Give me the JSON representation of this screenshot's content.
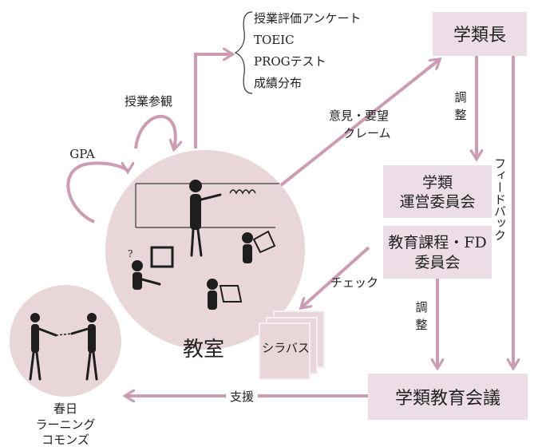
{
  "labels": {
    "gpa": "GPA",
    "observation": "授業参観",
    "classroom": "教室",
    "kasuga_1": "春日",
    "kasuga_2": "ラーニング",
    "kasuga_3": "コモンズ",
    "opinion_1": "意見・要望",
    "opinion_2": "クレーム",
    "check": "チェック",
    "support": "支援",
    "adjust_1a": "調",
    "adjust_1b": "整",
    "adjust_2a": "調",
    "adjust_2b": "整",
    "feedback": "フィードバック"
  },
  "evaluation_items": [
    "授業評価アンケート",
    "TOEIC",
    "PROGテスト",
    "成績分布"
  ],
  "boxes": {
    "dean": "学類長",
    "committee_1a": "学類",
    "committee_1b": "運営委員会",
    "committee_2a": "教育課程・FD",
    "committee_2b": "委員会",
    "council": "学類教育会議"
  },
  "syllabus": "シラバス",
  "colors": {
    "arrow": "#cc9bb4",
    "box": "#ecdde6",
    "circle": "#e8d6d9",
    "figure": "#1e1e1e"
  }
}
